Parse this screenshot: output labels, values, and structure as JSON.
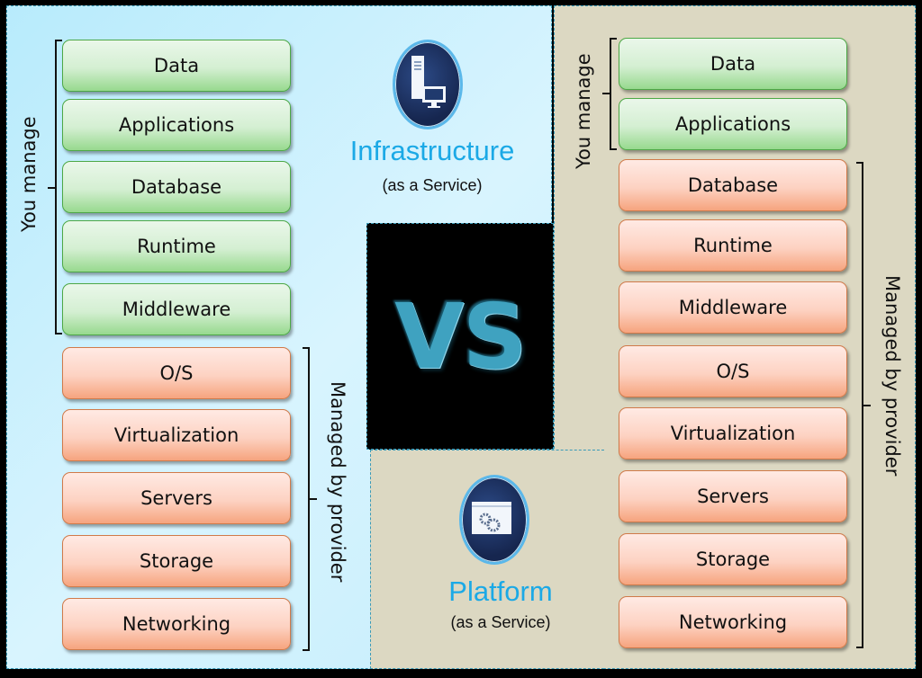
{
  "diagram": {
    "title": "Infrastructure as a Service vs Platform as a Service",
    "vs_label": "VS"
  },
  "iaas": {
    "title": "Infrastructure",
    "subtitle": "(as a Service)",
    "icon": "server-monitor-icon",
    "you_manage_label": "You manage",
    "provider_label": "Managed by provider",
    "user_layers": [
      "Data",
      "Applications",
      "Database",
      "Runtime",
      "Middleware"
    ],
    "provider_layers": [
      "O/S",
      "Virtualization",
      "Servers",
      "Storage",
      "Networking"
    ]
  },
  "paas": {
    "title": "Platform",
    "subtitle": "(as a Service)",
    "icon": "app-window-gears-icon",
    "you_manage_label": "You manage",
    "provider_label": "Managed by provider",
    "user_layers": [
      "Data",
      "Applications"
    ],
    "provider_layers": [
      "Database",
      "Runtime",
      "Middleware",
      "O/S",
      "Virtualization",
      "Servers",
      "Storage",
      "Networking"
    ]
  },
  "colors": {
    "user_managed": "#d4efd2",
    "provider_managed": "#fdd2c2",
    "iaas_background": "#c6eefc",
    "paas_background": "#dcd8c2",
    "title_accent": "#1ba9e6",
    "vs_text": "#3fa2c0"
  }
}
